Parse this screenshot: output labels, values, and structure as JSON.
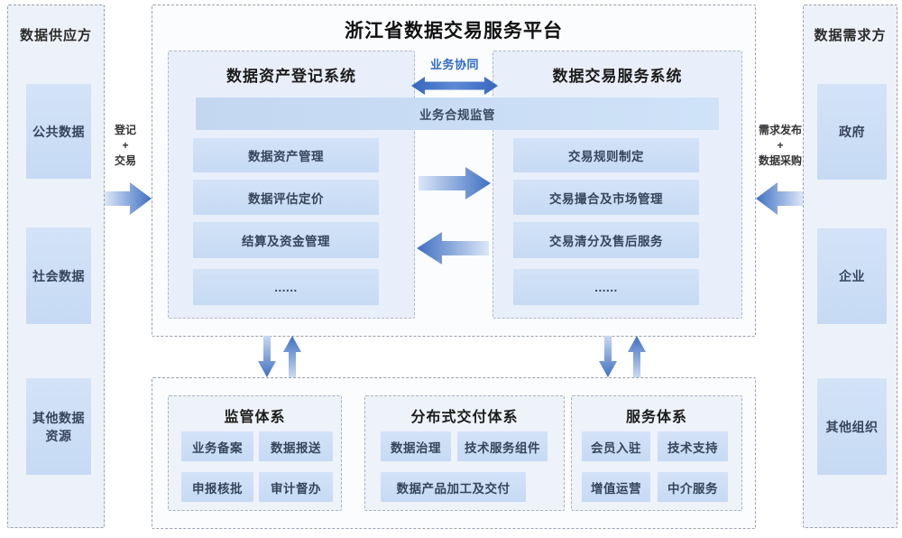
{
  "supply": {
    "title": "数据供应方",
    "items": [
      "公共数据",
      "社会数据",
      "其他数据资源"
    ]
  },
  "supply_flow": {
    "lines": [
      "登记",
      "+",
      "交易"
    ]
  },
  "platform": {
    "title": "浙江省数据交易服务平台",
    "collaboration_label": "业务协同",
    "compliance_label": "业务合规监管",
    "registry_system": {
      "title": "数据资产登记系统",
      "items": [
        "数据资产管理",
        "数据评估定价",
        "结算及资金管理",
        "......"
      ]
    },
    "trading_system": {
      "title": "数据交易服务系统",
      "items": [
        "交易规则制定",
        "交易撮合及市场管理",
        "交易清分及售后服务",
        "......"
      ]
    }
  },
  "bottom": {
    "supervision": {
      "title": "监管体系",
      "items": [
        "业务备案",
        "数据报送",
        "申报核批",
        "审计督办"
      ]
    },
    "delivery": {
      "title": "分布式交付体系",
      "items": [
        "数据治理",
        "技术服务组件",
        "数据产品加工及交付"
      ]
    },
    "service": {
      "title": "服务体系",
      "items": [
        "会员入驻",
        "技术支持",
        "增值运营",
        "中介服务"
      ]
    }
  },
  "demand": {
    "title": "数据需求方",
    "items": [
      "政府",
      "企业",
      "其他组织"
    ]
  },
  "demand_flow": {
    "lines": [
      "需求发布",
      "+",
      "数据采购"
    ]
  },
  "colors": {
    "accent_blue": "#3f6fc1",
    "box_blue": "#cde0f6",
    "text_dark": "#36455c"
  }
}
